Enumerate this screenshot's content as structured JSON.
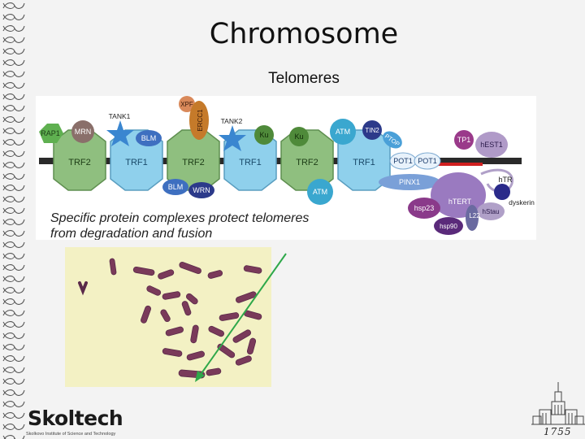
{
  "slide": {
    "title": "Chromosome",
    "subtitle": "Telomeres"
  },
  "diagram": {
    "caption_line1": "Specific protein complexes protect telomeres",
    "caption_line2": "from degradation and fusion",
    "labels": {
      "rap1": "RAP1",
      "mrn": "MRN",
      "tank1": "TANK1",
      "blm1": "BLM",
      "xpf": "XPF",
      "ercc1": "ERCC1",
      "tank2": "TANK2",
      "ku1": "Ku",
      "ku2": "Ku",
      "atm1": "ATM",
      "tin2": "TIN2",
      "ppd": "PTOP",
      "tp1": "TP1",
      "hest1": "hEST1",
      "trf2a": "TRF2",
      "trf1a": "TRF1",
      "trf2b": "TRF2",
      "trf1b": "TRF1",
      "trf2c": "TRF2",
      "trf1c": "TRF1",
      "pot1a": "POT1",
      "pot1b": "POT1",
      "blm2": "BLM",
      "wrn": "WRN",
      "atm2": "ATM",
      "pinx1": "PINX1",
      "htr": "hTR",
      "htert": "hTERT",
      "dyskerin": "dyskerin",
      "hsp23": "hsp23",
      "hstau": "hStau",
      "l22": "L22",
      "hsp90": "hsp90"
    }
  },
  "logo": {
    "name": "Skoltech",
    "tagline": "Skolkovo Institute of Science and Technology"
  },
  "emblem": {
    "year": "1755"
  },
  "colors": {
    "trf2": "#8fbf7f",
    "trf1": "#8fd0ec",
    "star": "#3a86d0",
    "dna": "#2a2a2a"
  }
}
